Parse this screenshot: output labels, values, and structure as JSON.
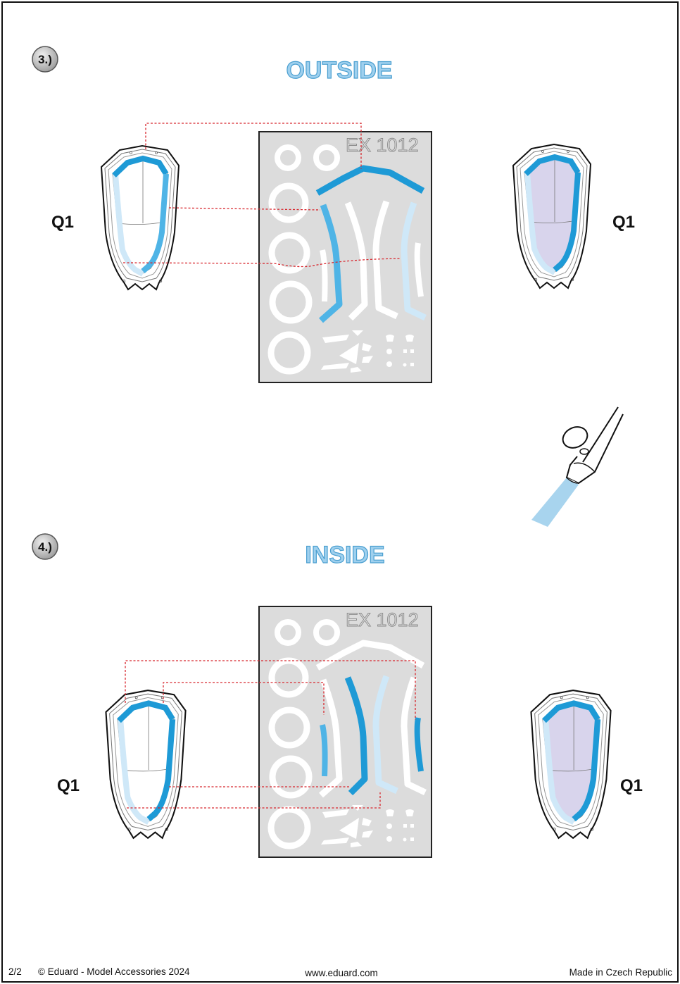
{
  "steps": [
    {
      "number": "3.)",
      "title": "OUTSIDE",
      "part_left": "Q1",
      "part_right": "Q1",
      "mask_code": "EX 1012"
    },
    {
      "number": "4.)",
      "title": "INSIDE",
      "part_left": "Q1",
      "part_right": "Q1",
      "mask_code": "EX 1012"
    }
  ],
  "footer": {
    "page": "2/2",
    "copyright": "© Eduard - Model Accessories 2024",
    "website": "www.eduard.com",
    "origin": "Made in Czech Republic"
  },
  "icons": [
    "airbrush-icon"
  ],
  "colors": {
    "mask_blue": "#1e9ad6",
    "mask_light_blue": "#cfe8f8",
    "mask_mid_blue": "#4fb4e6",
    "glass_tint": "#d8d4ec",
    "fret_gray": "#dcdcdc",
    "guide_red": "#d8272e",
    "title_blue": "#9fd0ee"
  }
}
